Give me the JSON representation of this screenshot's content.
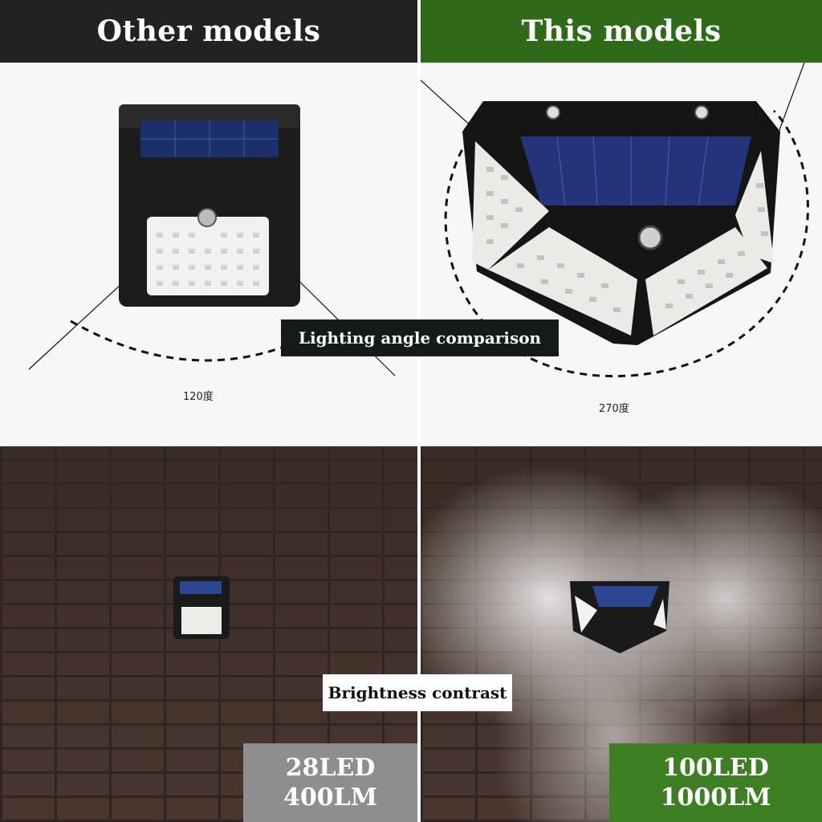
{
  "headers": {
    "left": "Other models",
    "right": "This models"
  },
  "angle": {
    "label": "Lighting angle comparison",
    "left_degrees": "120度",
    "right_degrees": "270度"
  },
  "brightness": {
    "label": "Brightness contrast",
    "left_leds": "28LED",
    "left_lumens": "400LM",
    "right_leds": "100LED",
    "right_lumens": "1000LM"
  },
  "colors": {
    "left_header": "#222222",
    "right_header": "#2f6a18",
    "left_stat": "#8e8e8e",
    "right_stat": "#3f7f24",
    "label_bg": "#151b17"
  }
}
